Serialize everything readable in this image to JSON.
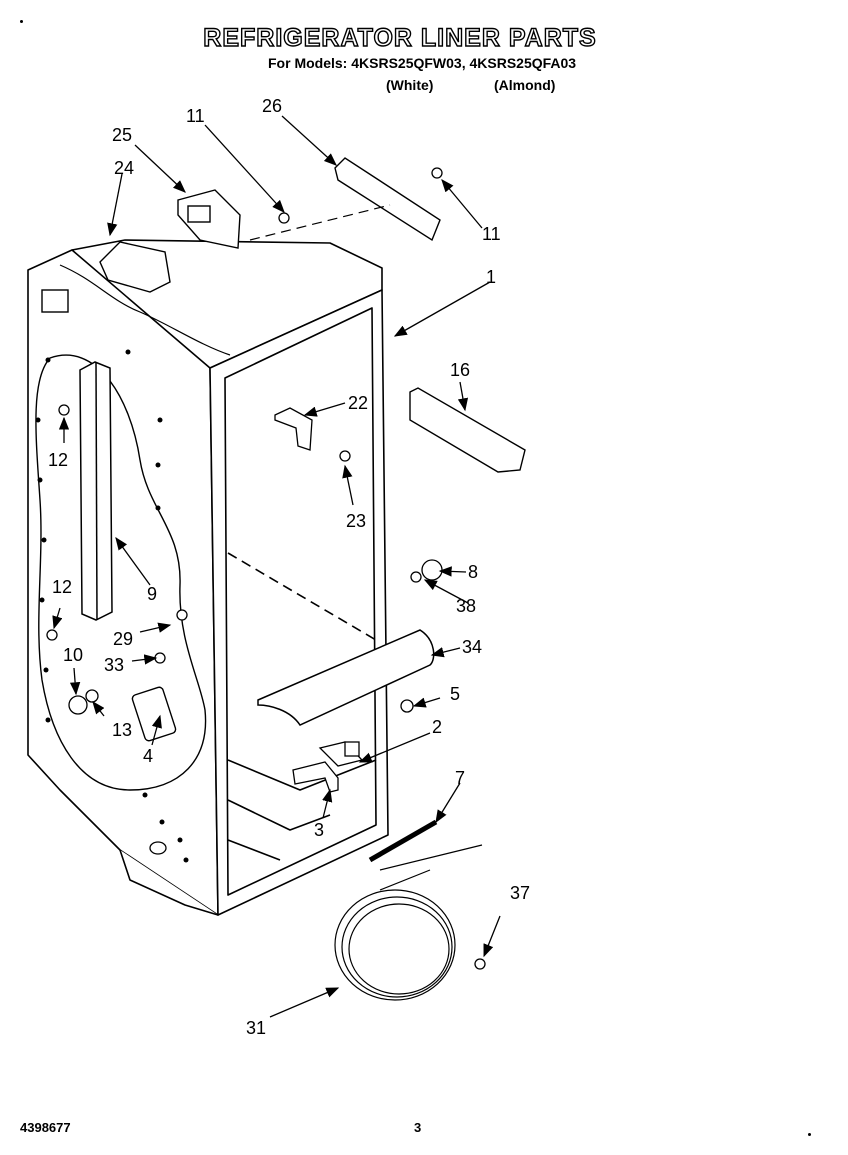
{
  "header": {
    "title": "REFRIGERATOR LINER PARTS",
    "models": "For Models: 4KSRS25QFW03, 4KSRS25QFA03",
    "variant_white": "(White)",
    "variant_almond": "(Almond)"
  },
  "callouts": [
    "1",
    "2",
    "3",
    "4",
    "5",
    "7",
    "8",
    "9",
    "10",
    "11",
    "11",
    "12",
    "12",
    "13",
    "16",
    "22",
    "23",
    "24",
    "25",
    "26",
    "29",
    "31",
    "33",
    "34",
    "37",
    "38"
  ],
  "footer": {
    "doc_number": "4398677",
    "page_number": "3"
  }
}
